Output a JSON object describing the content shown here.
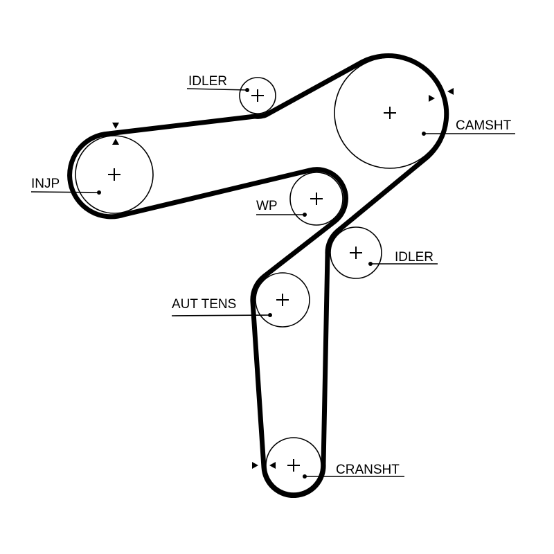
{
  "diagram": {
    "labels": {
      "idler_top": "IDLER",
      "camshaft": "CAMSHT",
      "injection_pump": "INJP",
      "water_pump": "WP",
      "idler_right": "IDLER",
      "auto_tensioner": "AUT TENS",
      "crankshaft": "CRANSHT"
    }
  }
}
